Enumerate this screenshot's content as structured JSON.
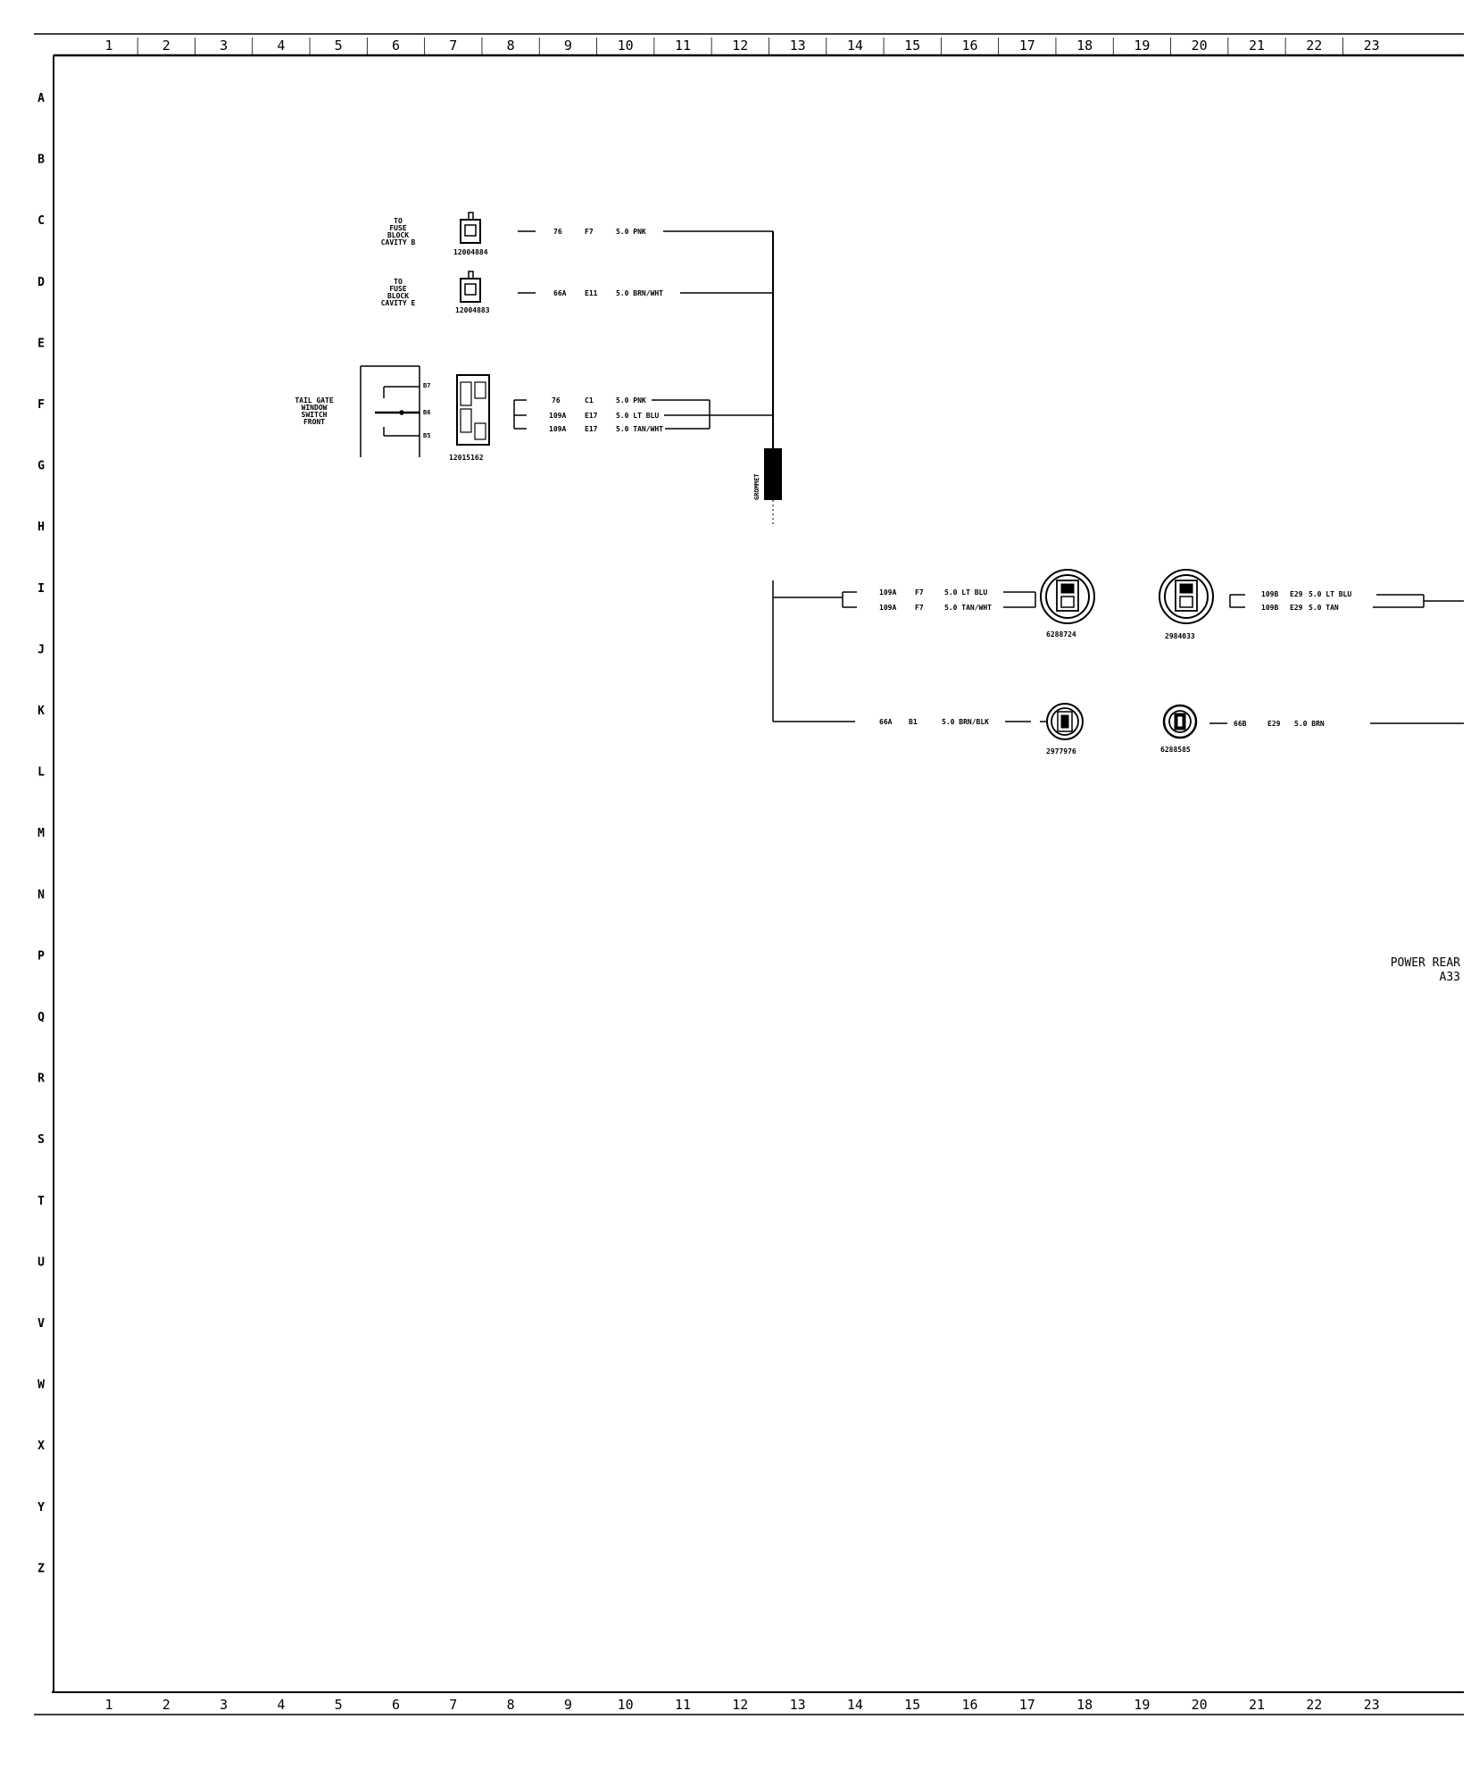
{
  "grid": {
    "columns": [
      "1",
      "2",
      "3",
      "4",
      "5",
      "6",
      "7",
      "8",
      "9",
      "10",
      "11",
      "12",
      "13",
      "14",
      "15",
      "16",
      "17",
      "18",
      "19",
      "20",
      "21",
      "22",
      "23"
    ],
    "rows": [
      "A",
      "B",
      "C",
      "D",
      "E",
      "F",
      "G",
      "H",
      "I",
      "J",
      "K",
      "L",
      "M",
      "N",
      "P",
      "Q",
      "R",
      "S",
      "T",
      "U",
      "V",
      "W",
      "X",
      "Y",
      "Z"
    ]
  },
  "sources": {
    "fuse_block_1": [
      "TO",
      "FUSE",
      "BLOCK",
      "CAVITY B"
    ],
    "fuse_block_2": [
      "TO",
      "FUSE",
      "BLOCK",
      "CAVITY E"
    ],
    "switch": [
      "TAIL GATE",
      "WINDOW",
      "SWITCH",
      "FRONT"
    ]
  },
  "connectors": {
    "fuse_conn_1": "12004884",
    "fuse_conn_2": "12004883",
    "switch_conn": "12015162",
    "grommet": "GROMMET",
    "round_1": "6288724",
    "round_2": "2984033",
    "round_3": "2977976",
    "round_4": "6288585"
  },
  "wires": {
    "w1": [
      "76",
      "F7",
      "5.0 PNK"
    ],
    "w2": [
      "66A",
      "E11",
      "5.0 BRN/WHT"
    ],
    "w3": [
      "76",
      "C1",
      "5.0 PNK"
    ],
    "w4": [
      "109A",
      "E17",
      "5.0 LT BLU"
    ],
    "w5": [
      "109A",
      "E17",
      "5.0 TAN/WHT"
    ],
    "w6": [
      "109A",
      "F7",
      "5.0 LT BLU"
    ],
    "w7": [
      "109A",
      "F7",
      "5.0 TAN/WHT"
    ],
    "w8": [
      "109B",
      "E29",
      "5.0 LT BLU"
    ],
    "w9": [
      "109B",
      "E29",
      "5.0 TAN"
    ],
    "w10": [
      "66A",
      "B1",
      "5.0 BRN/BLK"
    ],
    "w11": [
      "66B",
      "E29",
      "5.0 BRN"
    ]
  },
  "switch_pins": [
    "B7",
    "B6",
    "B5"
  ],
  "title_block": {
    "line1": "POWER REAR",
    "line2": "A33"
  }
}
